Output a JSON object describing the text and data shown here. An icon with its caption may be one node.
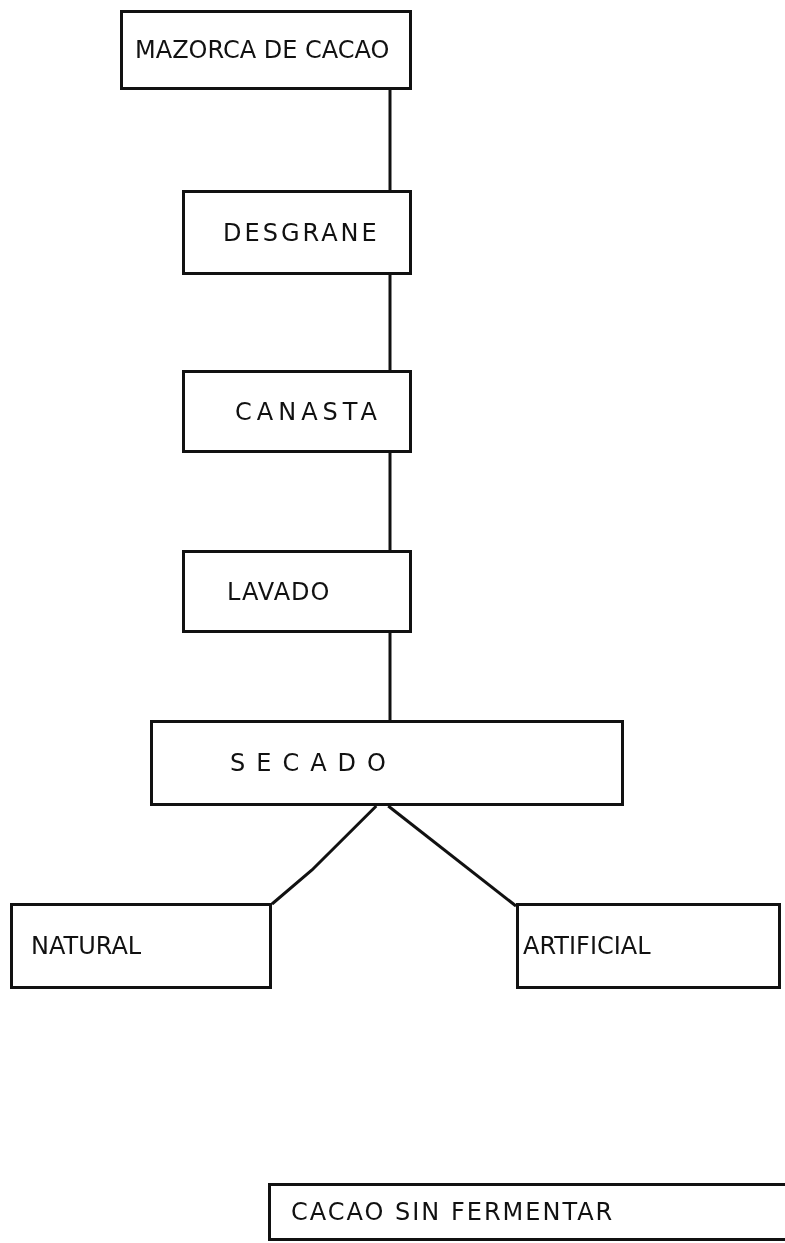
{
  "diagram": {
    "nodes": [
      {
        "text": [
          "MAZORCA DE CACAO"
        ]
      },
      {
        "text": [
          "DESGRANE"
        ]
      },
      {
        "text": [
          "CANASTA"
        ]
      },
      {
        "text": [
          "LAVADO"
        ]
      },
      {
        "text": [
          "SECADO"
        ]
      },
      {
        "text": [
          "NATURAL"
        ]
      },
      {
        "text": [
          "ARTIFICIAL"
        ]
      },
      {
        "text": [
          "CACAO SIN FERMENTAR"
        ]
      }
    ],
    "edges": [
      {
        "from": 0,
        "to": 1,
        "arrow": "none"
      },
      {
        "from": 1,
        "to": 2,
        "arrow": "none"
      },
      {
        "from": 2,
        "to": 3,
        "arrow": "none"
      },
      {
        "from": 3,
        "to": 4,
        "arrow": "none"
      },
      {
        "from": 4,
        "to": 5,
        "arrow": "none"
      },
      {
        "from": 4,
        "to": 6,
        "arrow": "none"
      }
    ]
  }
}
